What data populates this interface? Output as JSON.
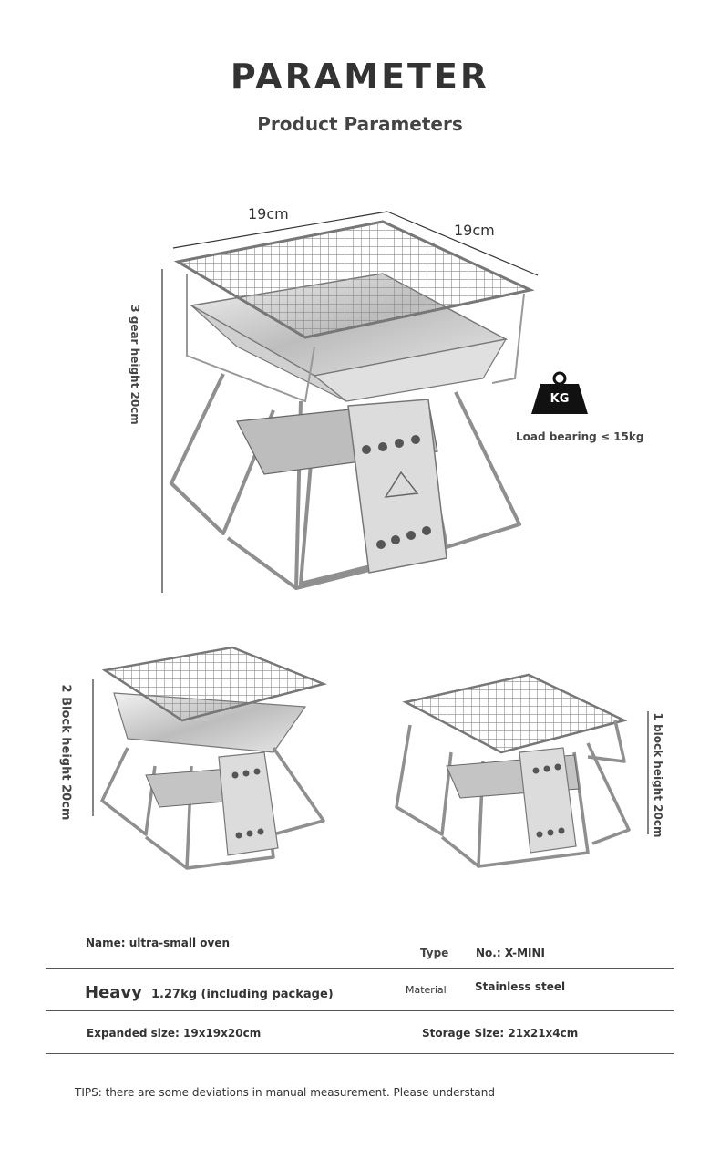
{
  "header": {
    "title": "PARAMETER",
    "subtitle": "Product Parameters"
  },
  "main_figure": {
    "width_label_top": "19cm",
    "width_label_side": "19cm",
    "height_label": "3 gear height 20cm",
    "weight_icon_text": "KG",
    "load_label": "Load bearing ≤ 15kg"
  },
  "left_figure": {
    "height_label": "2 Block height 20cm"
  },
  "right_figure": {
    "height_label": "1 block height 20cm"
  },
  "specs": {
    "name": "Name: ultra-small oven",
    "type_label": "Type",
    "model": "No.: X-MINI",
    "weight_label": "Heavy",
    "weight_value": "1.27kg (including package)",
    "material_label": "Material",
    "material_value": "Stainless steel",
    "expanded": "Expanded size: 19x19x20cm",
    "storage": "Storage Size: 21x21x4cm"
  },
  "tips": "TIPS: there are some deviations in manual measurement. Please understand"
}
